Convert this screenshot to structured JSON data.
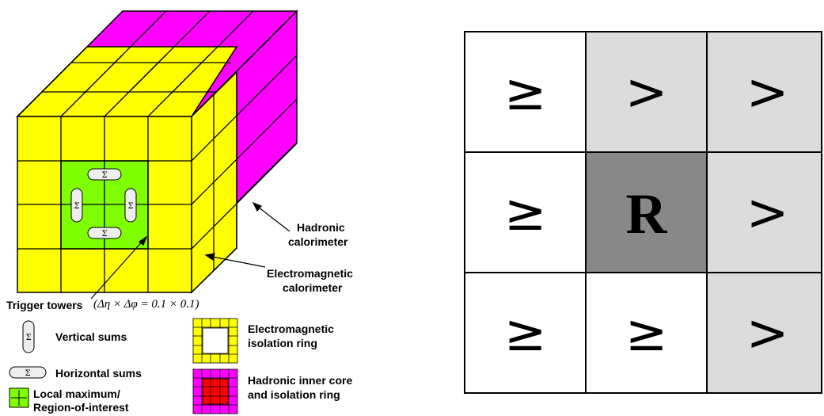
{
  "colors": {
    "em": "#ffff00",
    "had": "#ff00ff",
    "roi": "#7fff00",
    "core": "#ff0000",
    "cellLight": "#dcdcdc",
    "cellDark": "#888888",
    "cellWhite": "#ffffff"
  },
  "left": {
    "hadronic_label": [
      "Hadronic",
      "calorimeter"
    ],
    "em_label": [
      "Electromagnetic",
      "calorimeter"
    ],
    "trigger_towers": "Trigger towers",
    "trigger_formula": "(Δη × Δφ = 0.1 × 0.1)",
    "sigma": "Σ",
    "legend": {
      "vertical_sums": "Vertical sums",
      "horizontal_sums": "Horizontal sums",
      "local_max": [
        "Local maximum/",
        "Region-of-interest"
      ],
      "em_ring": [
        "Electromagnetic",
        "isolation ring"
      ],
      "had_ring": [
        "Hadronic inner core",
        "and isolation ring"
      ]
    }
  },
  "right": {
    "grid": [
      [
        {
          "symbol": "≥",
          "shade": "white"
        },
        {
          "symbol": ">",
          "shade": "light"
        },
        {
          "symbol": ">",
          "shade": "light"
        }
      ],
      [
        {
          "symbol": "≥",
          "shade": "white"
        },
        {
          "symbol": "R",
          "shade": "dark"
        },
        {
          "symbol": ">",
          "shade": "light"
        }
      ],
      [
        {
          "symbol": "≥",
          "shade": "white"
        },
        {
          "symbol": "≥",
          "shade": "white"
        },
        {
          "symbol": ">",
          "shade": "light"
        }
      ]
    ]
  }
}
